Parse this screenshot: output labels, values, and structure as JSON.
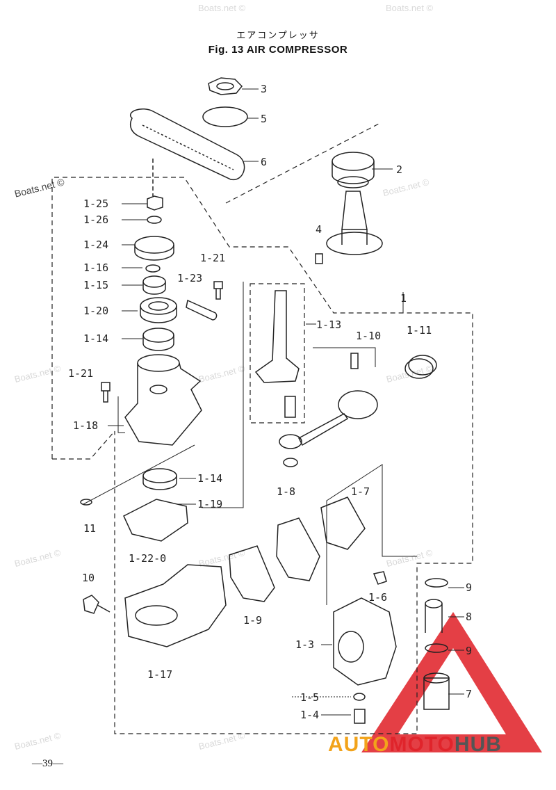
{
  "title_jp": "エアコンプレッサ",
  "title_en": "Fig. 13   AIR COMPRESSOR",
  "page_number": "—39—",
  "watermark": "Boats.net ©",
  "logo": {
    "part1": "AUTO",
    "part2": "MOTO",
    "part3": "HUB"
  },
  "callouts": {
    "c3": "3",
    "c5": "5",
    "c6": "6",
    "c2": "2",
    "c4": "4",
    "c1": "1",
    "c1_25": "1-25",
    "c1_26": "1-26",
    "c1_24": "1-24",
    "c1_16": "1-16",
    "c1_15": "1-15",
    "c1_20": "1-20",
    "c1_14a": "1-14",
    "c1_21a": "1-21",
    "c1_23": "1-23",
    "c1_21b": "1-21",
    "c1_18": "1-18",
    "c1_13": "1-13",
    "c1_10": "1-10",
    "c1_11": "1-11",
    "c1_14b": "1-14",
    "c1_19": "1-19",
    "c11": "11",
    "c1_8": "1-8",
    "c1_7": "1-7",
    "c1_22": "1-22-0",
    "c10": "10",
    "c1_6": "1-6",
    "c1_9": "1-9",
    "c1_3": "1-3",
    "c1_17": "1-17",
    "c1_5": "1-5",
    "c1_4": "1-4",
    "c9a": "9",
    "c8": "8",
    "c9b": "9",
    "c7": "7"
  },
  "colors": {
    "line": "#222222",
    "watermark": "#d9d9d9",
    "logo_orange": "#f2a31b",
    "logo_red": "#e0242b",
    "logo_gray": "#555555"
  }
}
